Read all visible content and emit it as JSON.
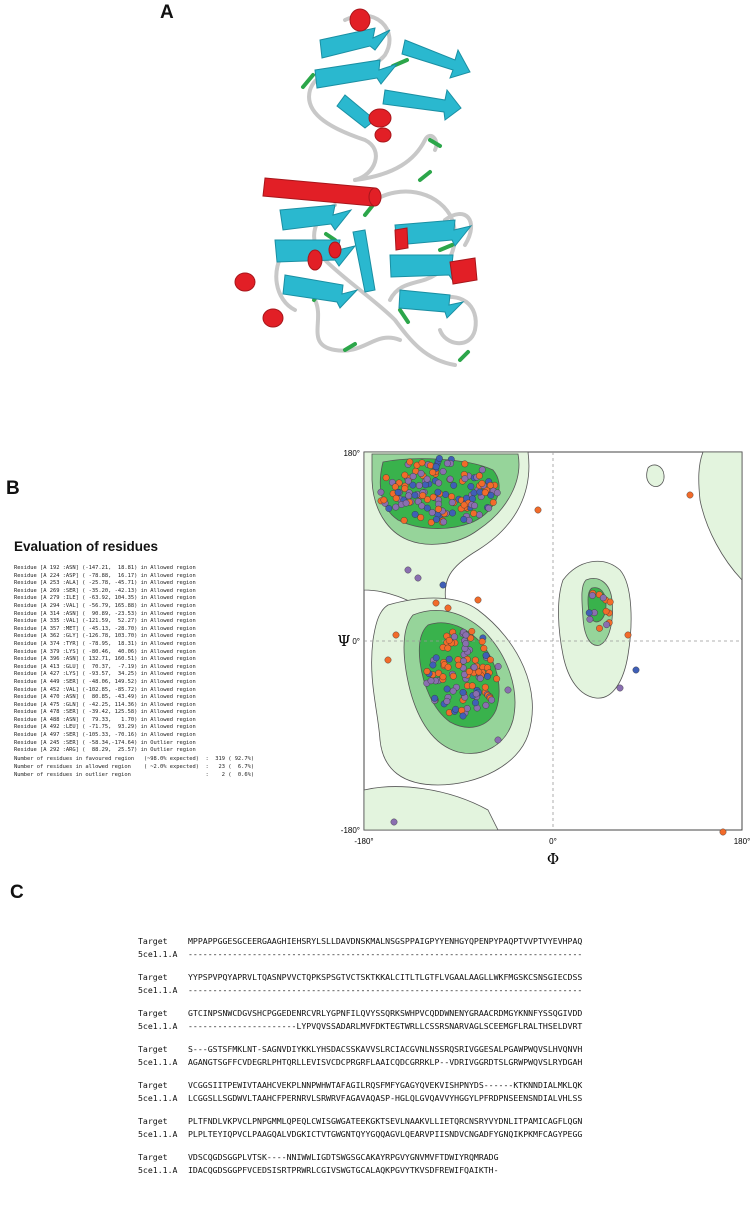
{
  "panels": {
    "a": "A",
    "b": "B",
    "c": "C"
  },
  "evaluation": {
    "title": "Evaluation of residues",
    "rows": [
      "Residue [A 192 :ASN] (-147.21,  18.81) in Allowed region",
      "Residue [A 224 :ASP] ( -78.88,  16.17) in Allowed region",
      "Residue [A 253 :ALA] ( -25.78, -45.71) in Allowed region",
      "Residue [A 269 :SER] ( -35.20, -42.13) in Allowed region",
      "Residue [A 279 :ILE] ( -63.92, 104.35) in Allowed region",
      "Residue [A 294 :VAL] ( -56.79, 165.88) in Allowed region",
      "Residue [A 314 :ASN] (  90.89, -23.53) in Allowed region",
      "Residue [A 335 :VAL] (-121.59,  52.27) in Allowed region",
      "Residue [A 357 :MET] ( -45.13, -28.70) in Allowed region",
      "Residue [A 362 :GLY] (-126.78, 103.70) in Allowed region",
      "Residue [A 374 :TYR] ( -78.95,  18.31) in Allowed region",
      "Residue [A 379 :LYS] ( -80.46,  40.06) in Allowed region",
      "Residue [A 396 :ASN] ( 132.71, 160.51) in Allowed region",
      "Residue [A 413 :GLU] (  70.37,  -7.19) in Allowed region",
      "Residue [A 427 :LYS] ( -93.57,  34.25) in Allowed region",
      "Residue [A 449 :SER] ( -48.06, 149.52) in Allowed region",
      "Residue [A 452 :VAL] (-102.85, -85.72) in Allowed region",
      "Residue [A 470 :ASN] (  80.85, -43.49) in Allowed region",
      "Residue [A 475 :GLN] ( -42.25, 114.36) in Allowed region",
      "Residue [A 478 :SER] ( -39.42, 125.58) in Allowed region",
      "Residue [A 488 :ASN] (  79.33,   1.70) in Allowed region",
      "Residue [A 492 :LEU] ( -71.75,  93.29) in Allowed region",
      "Residue [A 497 :SER] (-105.33, -70.16) in Allowed region",
      "Residue [A 245 :SER] ( -58.34,-174.64) in Outlier region",
      "Residue [A 292 :ARG] (  88.29,  25.57) in Outlier region"
    ],
    "summary": [
      "Number of residues in favoured region   (~98.0% expected)  :  319 ( 92.7%)",
      "Number of residues in allowed region    ( ~2.0% expected)  :   23 (  6.7%)",
      "Number of residues in outlier region                       :    2 (  0.6%)"
    ]
  },
  "ramachandran": {
    "x_min_label": "-180°",
    "x_mid_label": "0°",
    "x_max_label": "180°",
    "y_top_label": "180°",
    "y_mid_label": "0°",
    "y_bottom_label": "-180°",
    "x_axis_label": "Φ",
    "y_axis_label": "Ψ",
    "colors": {
      "background": "#ffffff",
      "allowed": "#e3f4de",
      "favoured": "#96d49a",
      "core": "#39b24c",
      "point_orange": "#f26b2a",
      "point_purple": "#8a6fb0",
      "point_blue": "#3f5fb7"
    }
  },
  "alignment": {
    "blocks": [
      {
        "rows": [
          {
            "label": "Target",
            "seq": "MPPAPPGGESGCEERGAAGHIEHSRYLSLLDAVDNSKMALNSGSPPAIGPYYENHGYQPENPYPAQPTVVPTVYEVHPAQ"
          },
          {
            "label": "5ce1.1.A",
            "seq": "--------------------------------------------------------------------------------"
          }
        ]
      },
      {
        "rows": [
          {
            "label": "Target",
            "seq": "YYPSPVPQYAPRVLTQASNPVVCTQPKSPSGTVCTSKTKKALCITLTLGTFLVGAALAAGLLWKFMGSKCSNSGIECDSS"
          },
          {
            "label": "5ce1.1.A",
            "seq": "--------------------------------------------------------------------------------"
          }
        ]
      },
      {
        "rows": [
          {
            "label": "Target",
            "seq": "GTCINPSNWCDGVSHCPGGEDENRCVRLYGPNFILQVYSSQRKSWHPVCQDDWNENYGRAACRDMGYKNNFYSSQGIVDD"
          },
          {
            "label": "5ce1.1.A",
            "seq": "----------------------LYPVQVSSADARLMVFDKTEGTWRLLCSSRSNARVAGLSCEEMGFLRALTHSELDVRT"
          }
        ]
      },
      {
        "rows": [
          {
            "label": "Target",
            "seq": "S---GSTSFMKLNT-SAGNVDIYKKLYHSDACSSKAVVSLRCIACGVNLNSSRQSRIVGGESALPGAWPWQVSLHVQNVH"
          },
          {
            "label": "5ce1.1.A",
            "seq": "AGANGTSGFFCVDEGRLPHTQRLLEVISVCDCPRGRFLAAICQDCGRRKLP--VDRIVGGRDTSLGRWPWQVSLRYDGAH"
          }
        ]
      },
      {
        "rows": [
          {
            "label": "Target",
            "seq": "VCGGSIITPEWIVTAAHCVEKPLNNPWHWTAFAGILRQSFMFYGAGYQVEKVISHPNYDS------KTKNNDIALMKLQK"
          },
          {
            "label": "5ce1.1.A",
            "seq": "LCGGSLLSGDWVLTAAHCFPERNRVLSRWRVFAGAVAQASP-HGLQLGVQAVVYHGGYLPFRDPNSEENSNDIALVHLSS"
          }
        ]
      },
      {
        "rows": [
          {
            "label": "Target",
            "seq": "PLTFNDLVKPVCLPNPGMMLQPEQLCWISGWGATEEKGKTSEVLNAAKVLLIETQRCNSRYVYDNLITPAMICAGFLQGN"
          },
          {
            "label": "5ce1.1.A",
            "seq": "PLPLTEYIQPVCLPAAGQALVDGKICTVTGWGNTQYYGQQAGVLQEARVPIISNDVCNGADFYGNQIKPKMFCAGYPEGG"
          }
        ]
      },
      {
        "rows": [
          {
            "label": "Target",
            "seq": "VDSCQGDSGGPLVTSK----NNIWWLIGDTSWGSGCAKAYRPGVYGNVMVFTDWIYRQMRADG"
          },
          {
            "label": "5ce1.1.A",
            "seq": "IDACQGDSGGPFVCEDSISRTPRWRLCGIVSWGTGCALAQKPGVYTKVSDFREWIFQAIKTH-"
          }
        ]
      }
    ]
  }
}
